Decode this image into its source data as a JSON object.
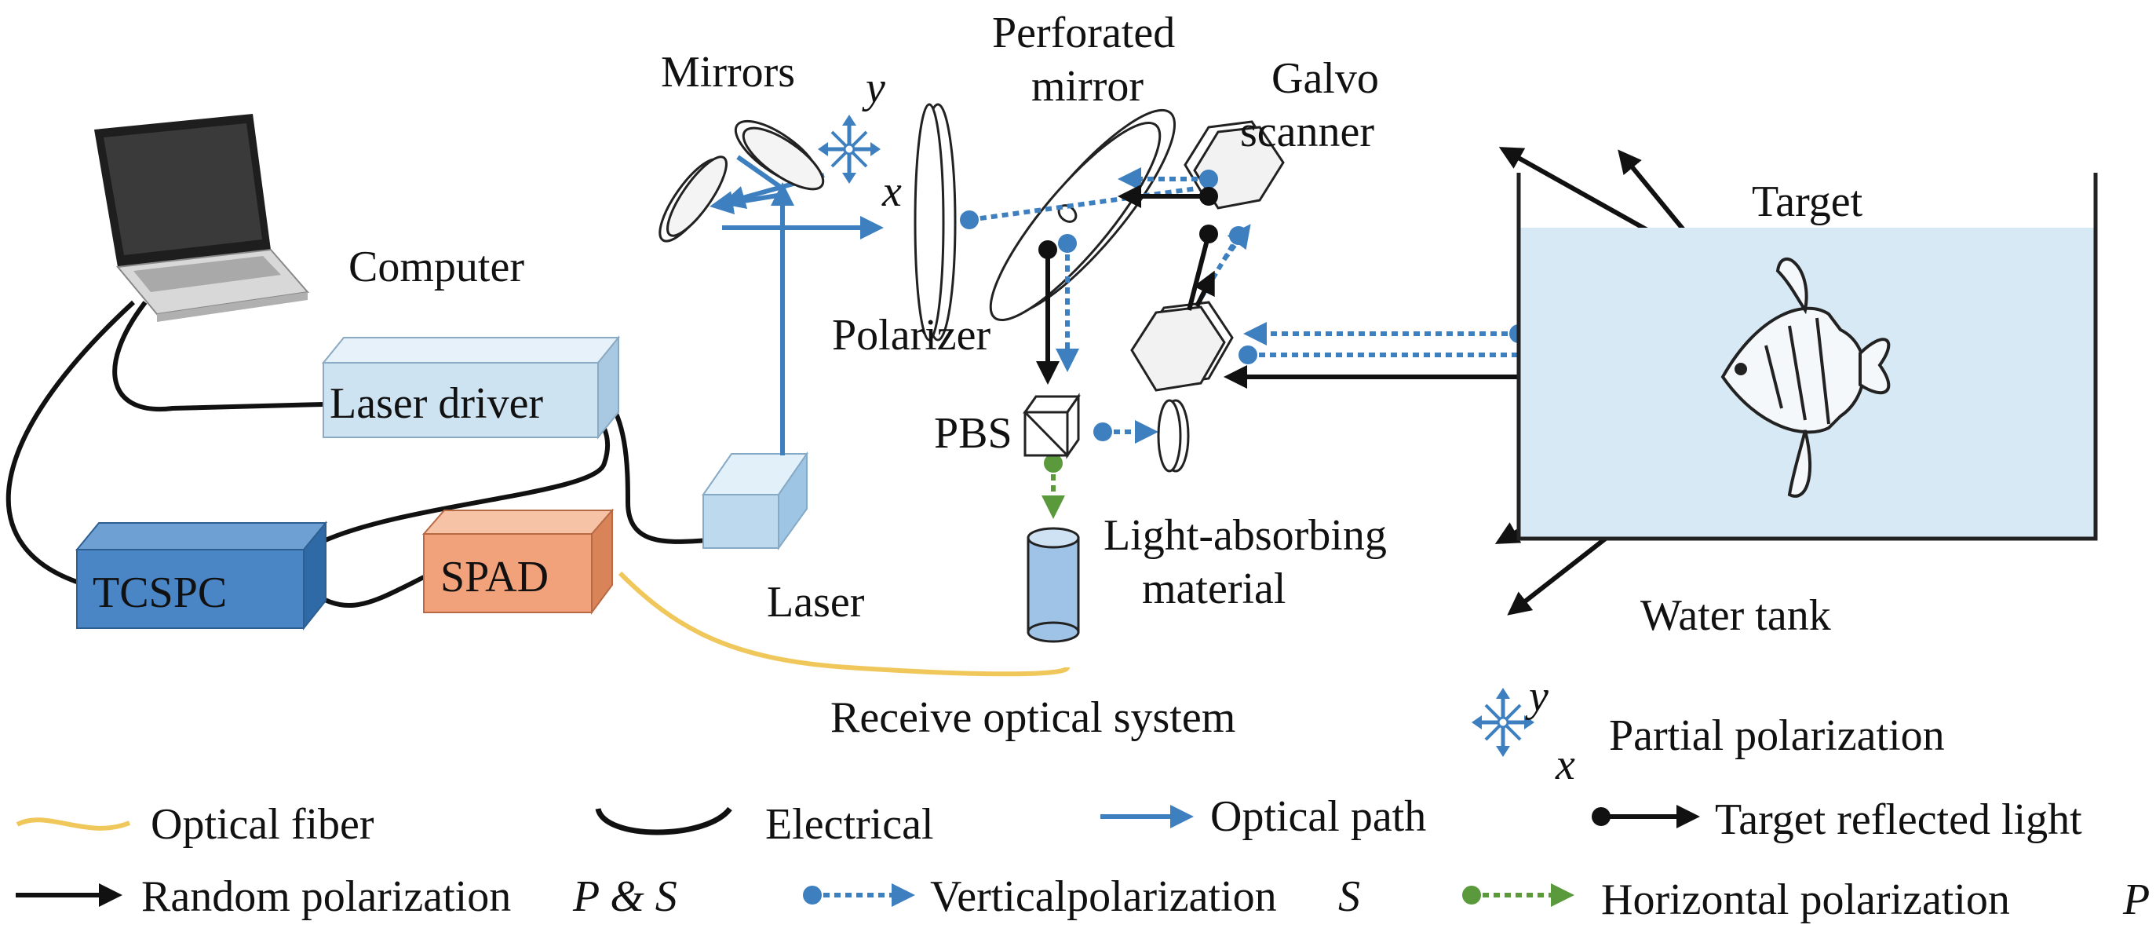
{
  "labels": {
    "computer": "Computer",
    "laser_driver": "Laser driver",
    "tcspc": "TCSPC",
    "spad": "SPAD",
    "laser": "Laser",
    "mirrors": "Mirrors",
    "polarizer": "Polarizer",
    "perforated_mirror_line1": "Perforated",
    "perforated_mirror_line2": "mirror",
    "galvo_line1": "Galvo",
    "galvo_line2": "scanner",
    "pbs": "PBS",
    "light_absorbing_line1": "Light-absorbing",
    "light_absorbing_line2": "material",
    "receive_optical_system": "Receive optical system",
    "target": "Target",
    "water_tank": "Water tank",
    "axis_x": "x",
    "axis_y": "y",
    "partial_polarization": "Partial polarization"
  },
  "legend": {
    "optical_fiber": "Optical fiber",
    "electrical": "Electrical",
    "optical_path": "Optical path",
    "target_reflected_light": "Target reflected light",
    "random_polarization": "Random polarization",
    "random_polarization_symbol": "P & S",
    "vertical_polarization": "Verticalpolarization",
    "vertical_polarization_symbol": "S",
    "horizontal_polarization": "Horizontal polarization",
    "horizontal_polarization_symbol": "P"
  },
  "colors": {
    "optical_path": "#3d7fbf",
    "fiber": "#f0c75a",
    "electrical": "#111111",
    "vertical_pol": "#3d7fbf",
    "horizontal_pol": "#5a9a3c",
    "laser_driver_fill": "#cde3f1",
    "tcspc_fill": "#4a86c6",
    "spad_fill": "#f2a27a",
    "laser_fill": "#bcd9ee",
    "water_fill": "#d6e9f5",
    "optic_fill": "#ffffff",
    "absorber_fill": "#9ec3e6"
  },
  "icons": {
    "computer": "laptop-icon",
    "fish": "angelfish-icon",
    "polarization_symbol": "partial-polarization-star-icon"
  }
}
